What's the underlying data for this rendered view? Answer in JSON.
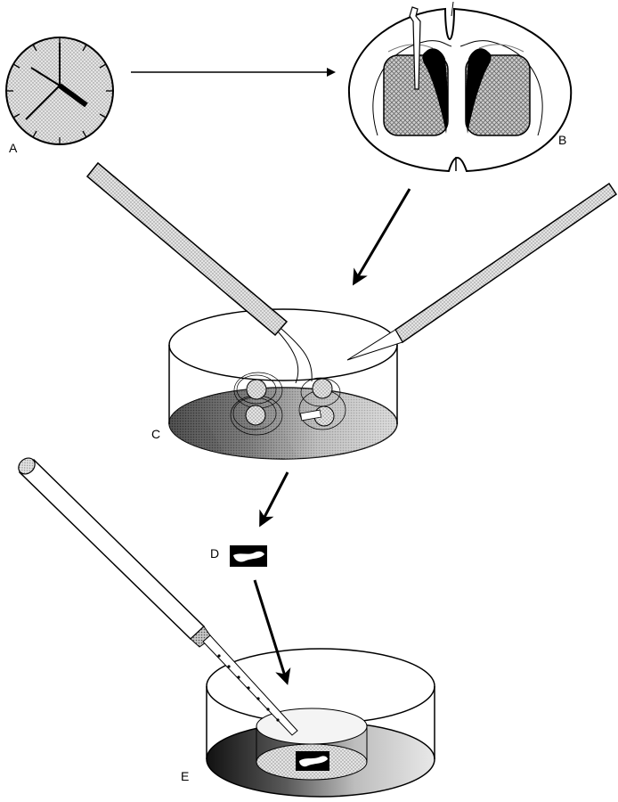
{
  "labels": {
    "a": "A",
    "b": "B",
    "c": "C",
    "d": "D",
    "e": "E"
  },
  "icons": {
    "clock": "clock-icon",
    "spinal_cord": "spinal-cord-section-icon",
    "dish": "culture-dish-icon",
    "pipette": "pipette-icon"
  }
}
